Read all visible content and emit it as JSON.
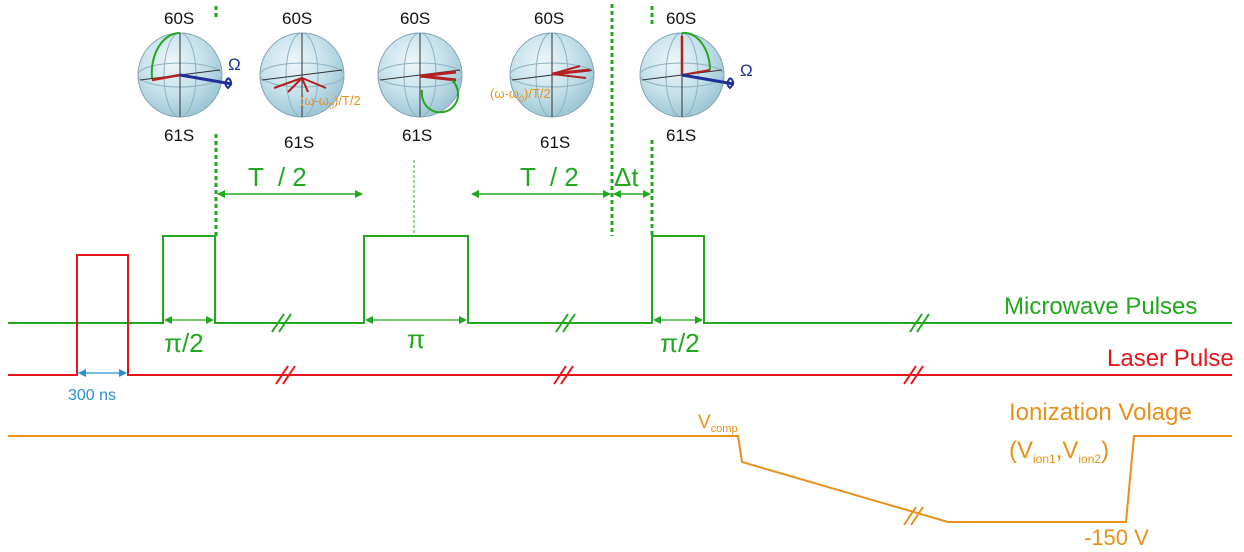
{
  "colors": {
    "microwave": "#22a81e",
    "laser": "#e5161c",
    "ionization": "#e8901a",
    "blue_label": "#2b8fd0",
    "omega": "#1f2f9a",
    "orange_text": "#e8901a",
    "black": "#111111"
  },
  "bloch": {
    "top_label": "60S",
    "bottom_label": "61S",
    "omega_label": "Ω",
    "detuning_label": "(ω-ω",
    "detuning_sub": "0",
    "detuning_tail": ")/T/2"
  },
  "timing": {
    "t_half_label_1": "T  / 2",
    "t_half_label_2": "T  / 2",
    "delta_t_label": "Δt"
  },
  "pulses": {
    "pi_half_label_1": "π/2",
    "pi_label": "π",
    "pi_half_label_2": "π/2",
    "laser_width_label": "300 ns"
  },
  "channels": {
    "microwave_label": "Microwave Pulses",
    "laser_label": "Laser Pulse",
    "ionization_label": "Ionization Volage",
    "vcomp_main": "V",
    "vcomp_sub": "comp",
    "vion_open": "(V",
    "vion1_sub": "ion1",
    "vion_comma": ",V",
    "vion2_sub": "ion2",
    "vion_close": ")",
    "minus150_label": "-150 V"
  }
}
